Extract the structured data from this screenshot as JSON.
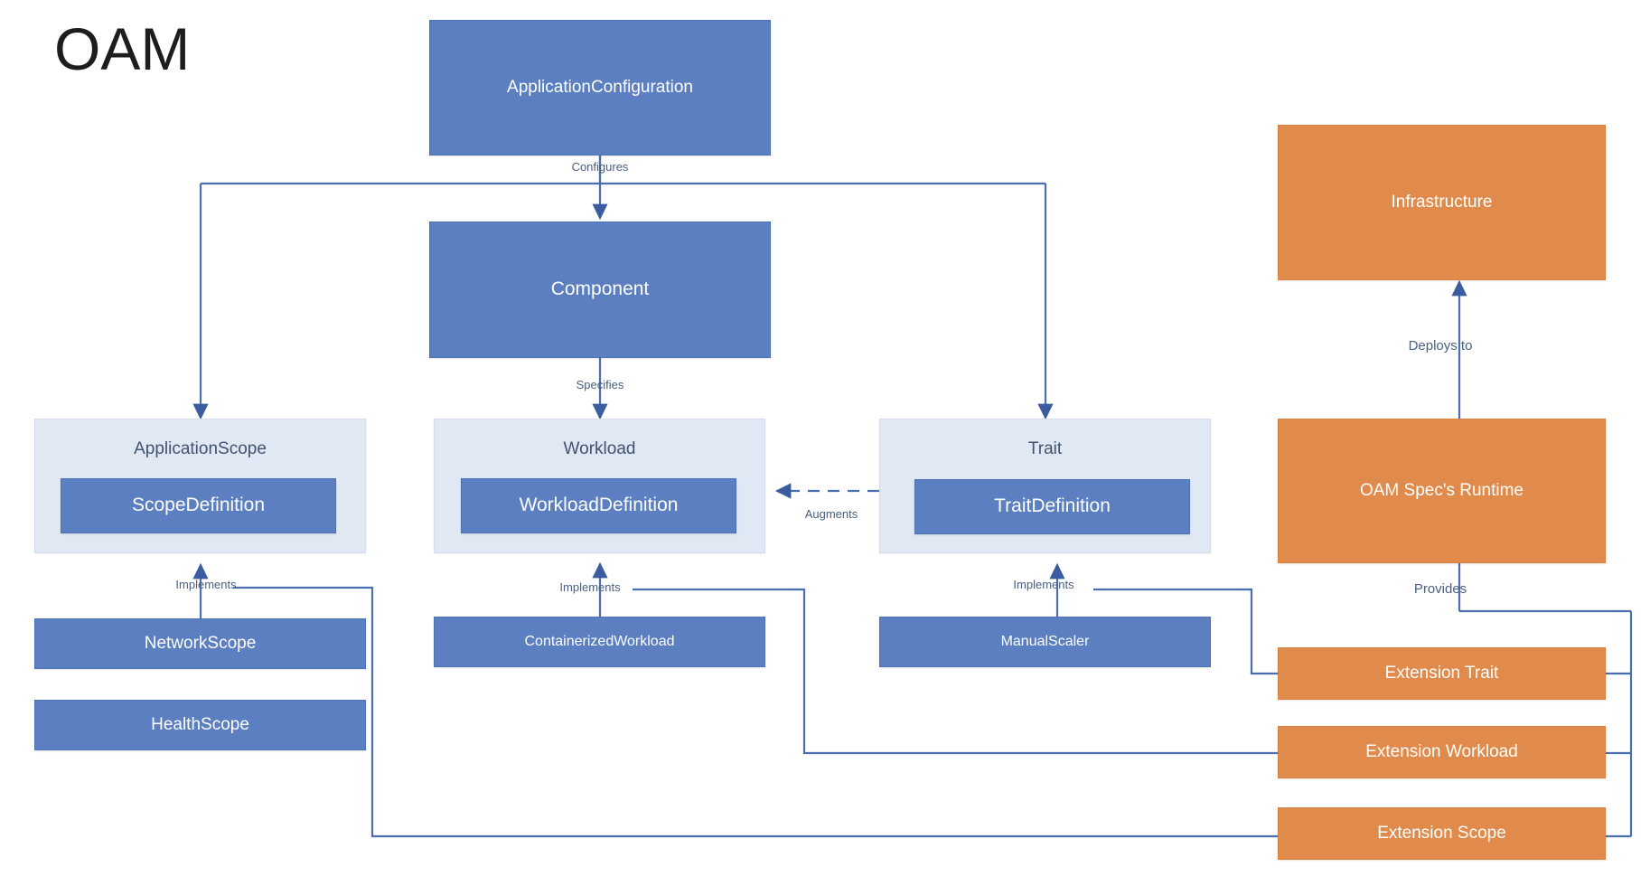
{
  "diagram": {
    "title": "OAM",
    "colors": {
      "blue_node": "#5b7fc0",
      "orange_node": "#e08b4c",
      "group_background": "#dfe8f3",
      "edge": "#4a6eb0",
      "label_text": "#4a5f80"
    },
    "nodes": {
      "application_configuration": "ApplicationConfiguration",
      "component": "Component",
      "application_scope_group": "ApplicationScope",
      "scope_definition": "ScopeDefinition",
      "workload_group": "Workload",
      "workload_definition": "WorkloadDefinition",
      "trait_group": "Trait",
      "trait_definition": "TraitDefinition",
      "network_scope": "NetworkScope",
      "health_scope": "HealthScope",
      "containerized_workload": "ContainerizedWorkload",
      "manual_scaler": "ManualScaler",
      "infrastructure": "Infrastructure",
      "oam_spec_runtime": "OAM Spec's Runtime",
      "extension_trait": "Extension Trait",
      "extension_workload": "Extension Workload",
      "extension_scope": "Extension Scope"
    },
    "edge_labels": {
      "configures": "Configures",
      "specifies": "Specifies",
      "augments": "Augments",
      "implements_scope": "Implements",
      "implements_workload": "Implements",
      "implements_trait": "Implements",
      "deploys_to": "Deploys to",
      "provides": "Provides"
    }
  }
}
